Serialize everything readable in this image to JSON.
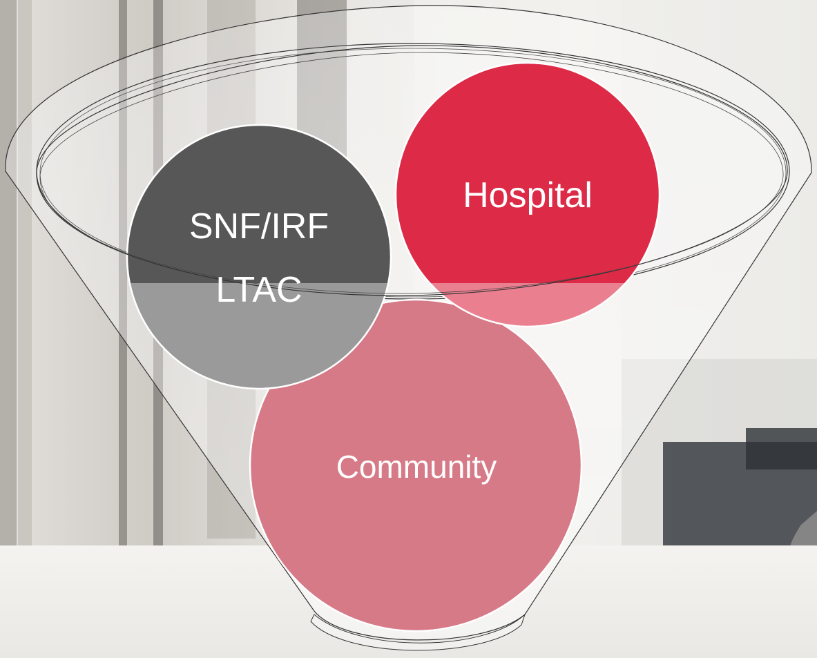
{
  "diagram": {
    "circles": [
      {
        "id": "snf",
        "lines": [
          "SNF/IRF",
          "LTAC"
        ],
        "color": "#555555"
      },
      {
        "id": "hospital",
        "lines": [
          "Hospital"
        ],
        "color": "#dc2a47"
      },
      {
        "id": "community",
        "lines": [
          "Community"
        ],
        "color": "#d77a87"
      }
    ],
    "colors": {
      "text": "#ffffff",
      "funnel_outline": "#333333",
      "background_light": "#ecebe7",
      "background_dark": "#3b3f44"
    }
  }
}
